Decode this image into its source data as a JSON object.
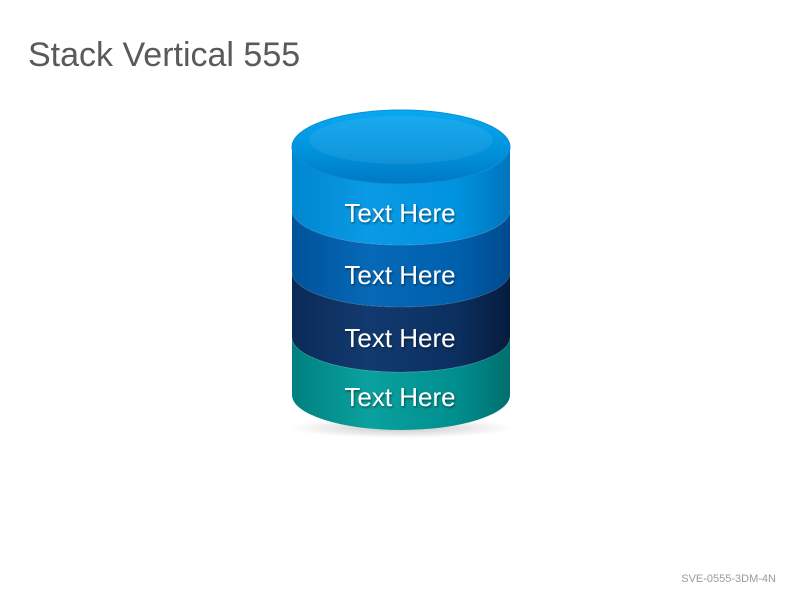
{
  "title": "Stack Vertical 555",
  "layers": [
    {
      "label": "Text Here",
      "color": "#0096e0"
    },
    {
      "label": "Text Here",
      "color": "#0063b0"
    },
    {
      "label": "Text Here",
      "color": "#0a2f63"
    },
    {
      "label": "Text Here",
      "color": "#00908f"
    }
  ],
  "footer_code": "SVE-0555-3DM-4N"
}
